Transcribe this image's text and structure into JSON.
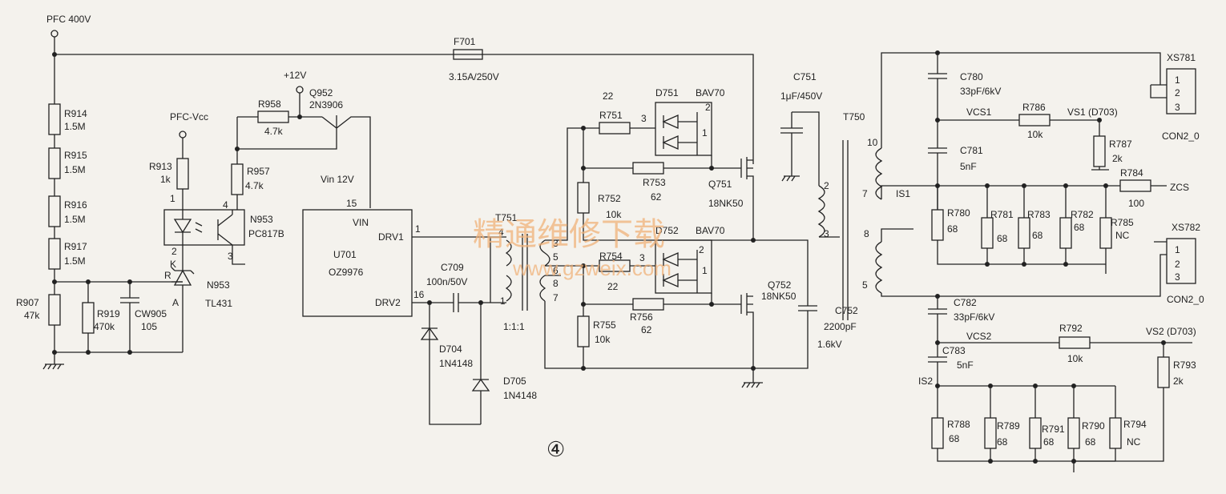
{
  "nets": {
    "pfc400": "PFC 400V",
    "pfcvcc": "PFC-Vcc",
    "v12": "+12V",
    "vin12": "Vin 12V",
    "vcs1": "VCS1",
    "vs1": "VS1 (D703)",
    "zcs": "ZCS",
    "is1": "IS1",
    "vcs2": "VCS2",
    "vs2": "VS2 (D703)",
    "is2": "IS2"
  },
  "components": {
    "r914": {
      "ref": "R914",
      "val": "1.5M"
    },
    "r915": {
      "ref": "R915",
      "val": "1.5M"
    },
    "r916": {
      "ref": "R916",
      "val": "1.5M"
    },
    "r917": {
      "ref": "R917",
      "val": "1.5M"
    },
    "r907": {
      "ref": "R907",
      "val": "47k"
    },
    "r919": {
      "ref": "R919",
      "val": "470k"
    },
    "cw905": {
      "ref": "CW905",
      "val": "105"
    },
    "n953tl": {
      "ref": "N953",
      "val": "TL431"
    },
    "r913": {
      "ref": "R913",
      "val": "1k"
    },
    "n953pc": {
      "ref": "N953",
      "val": "PC817B"
    },
    "r958": {
      "ref": "R958",
      "val": "4.7k"
    },
    "q952": {
      "ref": "Q952",
      "val": "2N3906"
    },
    "r957": {
      "ref": "R957",
      "val": "4.7k"
    },
    "u701": {
      "ref": "U701",
      "val": "OZ9976",
      "vin": "VIN",
      "drv1": "DRV1",
      "drv2": "DRV2"
    },
    "f701": {
      "ref": "F701",
      "val": "3.15A/250V"
    },
    "c709": {
      "ref": "C709",
      "val": "100n/50V"
    },
    "d704": {
      "ref": "D704",
      "val": "1N4148"
    },
    "d705": {
      "ref": "D705",
      "val": "1N4148"
    },
    "t751": {
      "ref": "T751",
      "ratio": "1:1:1"
    },
    "r751": {
      "ref": "R751",
      "val": "22"
    },
    "d751": {
      "ref": "D751",
      "val": "BAV70"
    },
    "r753": {
      "ref": "R753",
      "val": "62"
    },
    "r752": {
      "ref": "R752",
      "val": "10k"
    },
    "q751": {
      "ref": "Q751",
      "val": "18NK50"
    },
    "d752": {
      "ref": "D752",
      "val": "BAV70"
    },
    "r754": {
      "ref": "R754",
      "val": "22"
    },
    "r756": {
      "ref": "R756",
      "val": "62"
    },
    "r755": {
      "ref": "R755",
      "val": "10k"
    },
    "q752": {
      "ref": "Q752",
      "val": "18NK50"
    },
    "c751": {
      "ref": "C751",
      "val": "1μF/450V"
    },
    "c752": {
      "ref": "C752",
      "val": "2200pF",
      "val2": "1.6kV"
    },
    "t750": {
      "ref": "T750"
    },
    "c780": {
      "ref": "C780",
      "val": "33pF/6kV"
    },
    "c781": {
      "ref": "C781",
      "val": "5nF"
    },
    "r786": {
      "ref": "R786",
      "val": "10k"
    },
    "r787": {
      "ref": "R787",
      "val": "2k"
    },
    "r784": {
      "ref": "R784",
      "val": "100"
    },
    "r780": {
      "ref": "R780",
      "val": "68"
    },
    "r781": {
      "ref": "R781",
      "val": "68"
    },
    "r783": {
      "ref": "R783",
      "val": "68"
    },
    "r782": {
      "ref": "R782",
      "val": "68"
    },
    "r785": {
      "ref": "R785",
      "val": "NC"
    },
    "xs781": {
      "ref": "XS781",
      "type": "CON2_0"
    },
    "xs782": {
      "ref": "XS782",
      "type": "CON2_0"
    },
    "c782": {
      "ref": "C782",
      "val": "33pF/6kV"
    },
    "c783": {
      "ref": "C783",
      "val": "5nF"
    },
    "r792": {
      "ref": "R792",
      "val": "10k"
    },
    "r793": {
      "ref": "R793",
      "val": "2k"
    },
    "r788": {
      "ref": "R788",
      "val": "68"
    },
    "r789": {
      "ref": "R789",
      "val": "68"
    },
    "r791": {
      "ref": "R791",
      "val": "68"
    },
    "r790": {
      "ref": "R790",
      "val": "68"
    },
    "r794": {
      "ref": "R794",
      "val": "NC"
    }
  },
  "pins": {
    "n953pc_1": "1",
    "n953pc_2": "2",
    "n953pc_3": "3",
    "n953pc_4": "4",
    "tl431_r": "R",
    "tl431_k": "K",
    "tl431_a": "A",
    "u701_15": "15",
    "u701_1": "1",
    "u701_16": "16",
    "t751_4": "4",
    "t751_5": "5",
    "t751_3": "3",
    "t751_6": "6",
    "t751_8": "8",
    "t751_7": "7",
    "t751_1": "1",
    "d751_2": "2",
    "d751_3": "3",
    "d751_1": "1",
    "d752_2": "2",
    "d752_3": "3",
    "d752_1": "1",
    "t750_10": "10",
    "t750_7": "7",
    "t750_2": "2",
    "t750_3": "3",
    "t750_8": "8",
    "t750_5": "5",
    "xs781_1": "1",
    "xs781_2": "2",
    "xs781_3": "3",
    "xs782_1": "1",
    "xs782_2": "2",
    "xs782_3": "3",
    "r751_22": "22"
  },
  "watermark": {
    "cn": "精通维修下载",
    "url": "www.gzweix.com"
  },
  "figure_number": "④"
}
